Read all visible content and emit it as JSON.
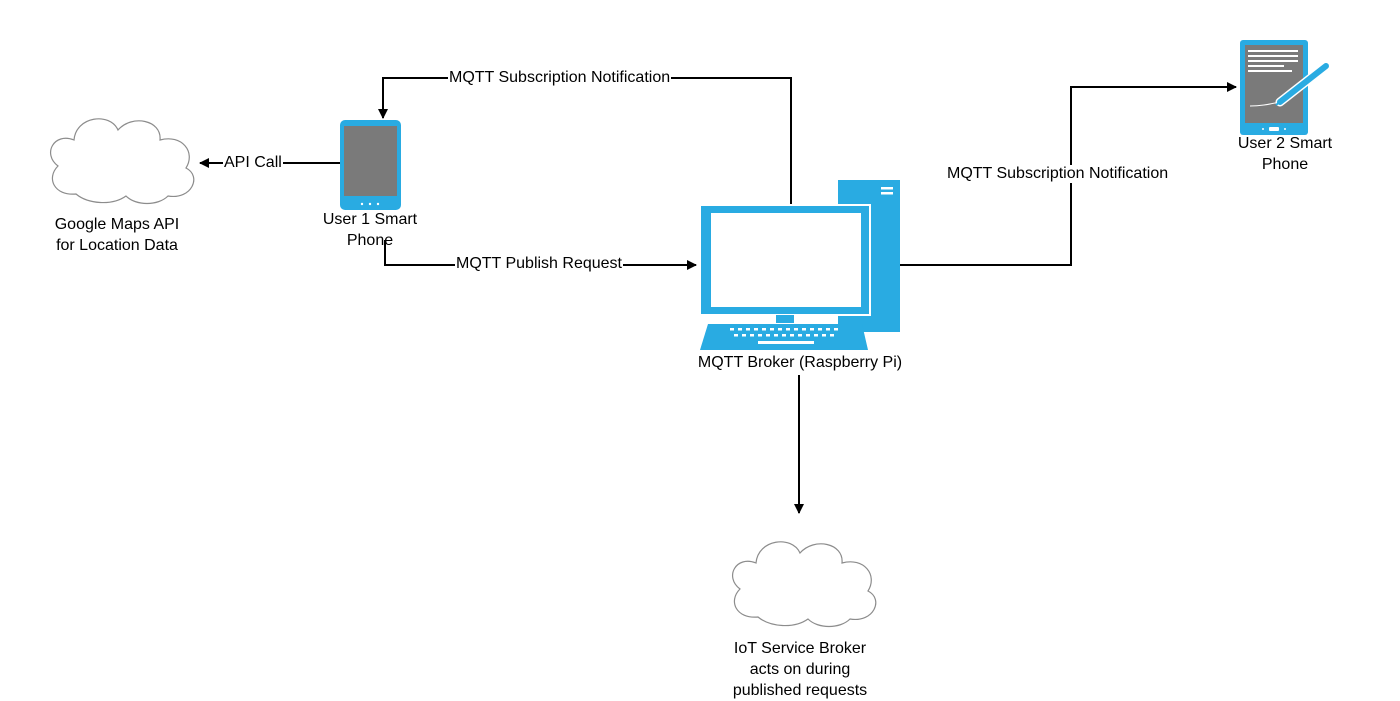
{
  "colors": {
    "device_blue": "#29abe2",
    "screen_gray": "#7a7a7a",
    "line": "#000000",
    "cloud_stroke": "#8c8c8c"
  },
  "nodes": {
    "google_maps_cloud": {
      "icon": "cloud-icon",
      "label_line1": "Google Maps API",
      "label_line2": "for Location Data"
    },
    "user1_phone": {
      "icon": "smartphone-icon",
      "label_line1": "User 1 Smart",
      "label_line2": "Phone"
    },
    "mqtt_broker": {
      "icon": "desktop-computer-icon",
      "label": "MQTT Broker (Raspberry Pi)"
    },
    "user2_phone": {
      "icon": "tablet-pen-icon",
      "label_line1": "User 2 Smart",
      "label_line2": "Phone"
    },
    "iot_cloud": {
      "icon": "cloud-icon",
      "label_line1": "IoT Service Broker",
      "label_line2": "acts on during",
      "label_line3": "published requests"
    }
  },
  "edges": {
    "api_call": "API Call",
    "subscription_to_user1": "MQTT Subscription Notification",
    "publish_request": "MQTT Publish Request",
    "subscription_to_user2": "MQTT Subscription Notification"
  }
}
